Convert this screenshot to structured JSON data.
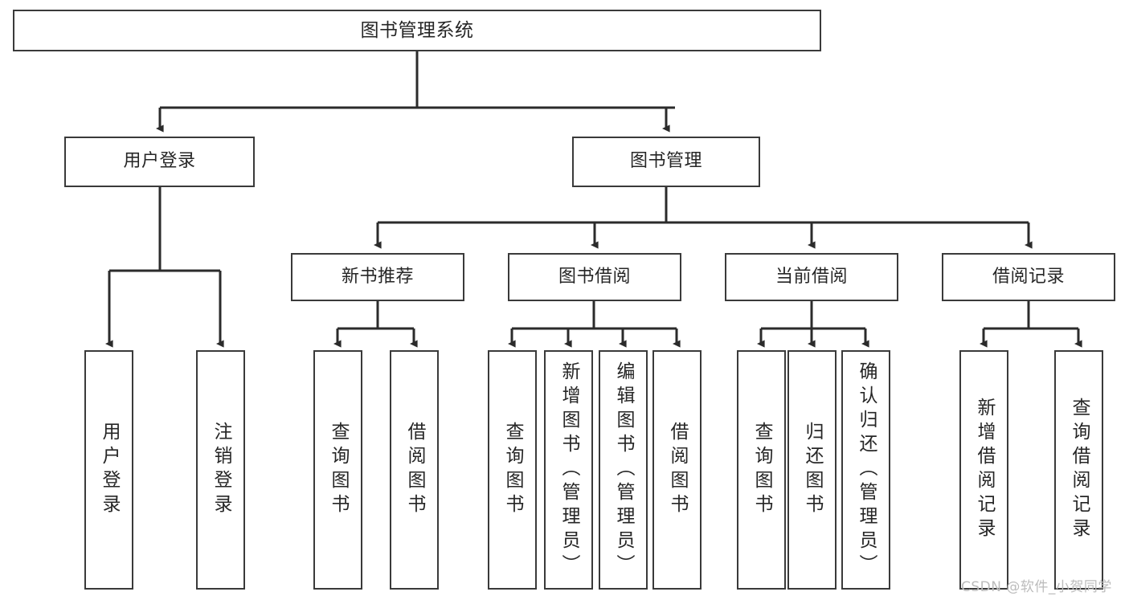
{
  "diagram": {
    "title": "图书管理系统",
    "type": "hierarchy-tree",
    "colors": {
      "background": "#ffffff",
      "box_border": "#3a3a3a",
      "box_fill": "#ffffff",
      "edge": "#2b2b2b",
      "text": "#262626",
      "watermark": "#bcbcbc"
    },
    "levels": {
      "root": {
        "label": "图书管理系统"
      },
      "level2": [
        {
          "label": "用户登录"
        },
        {
          "label": "图书管理"
        }
      ],
      "level3": [
        {
          "label": "新书推荐"
        },
        {
          "label": "图书借阅"
        },
        {
          "label": "当前借阅"
        },
        {
          "label": "借阅记录"
        }
      ],
      "leaves": {
        "user_login": [
          {
            "label": "用户登录"
          },
          {
            "label": "注销登录"
          }
        ],
        "new_book_recommend": [
          {
            "label": "查询图书"
          },
          {
            "label": "借阅图书"
          }
        ],
        "book_borrow": [
          {
            "label": "查询图书"
          },
          {
            "label": "新增图书（管理员）"
          },
          {
            "label": "编辑图书（管理员）"
          },
          {
            "label": "借阅图书"
          }
        ],
        "current_borrow": [
          {
            "label": "查询图书"
          },
          {
            "label": "归还图书"
          },
          {
            "label": "确认归还（管理员）"
          }
        ],
        "borrow_record": [
          {
            "label": "新增借阅记录"
          },
          {
            "label": "查询借阅记录"
          }
        ]
      }
    },
    "watermark": "CSDN @软件_小贺同学"
  }
}
